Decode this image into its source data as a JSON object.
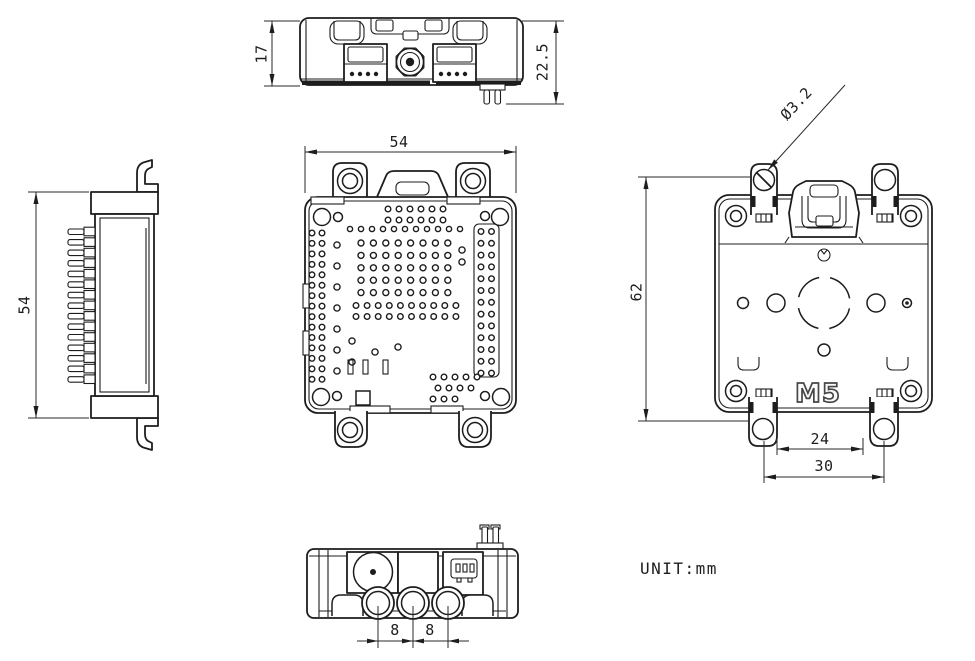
{
  "drawing": {
    "unit_label": "UNIT:mm",
    "brand_logo": "M5",
    "line_color": "#1d1d1d",
    "views": {
      "top_view": {
        "dims": {
          "body_height": "17",
          "total_height": "22.5"
        }
      },
      "side_view": {
        "dims": {
          "height": "54"
        }
      },
      "front_view": {
        "dims": {
          "width": "54"
        }
      },
      "back_view": {
        "dims": {
          "height": "62",
          "hole_diameter": "Ø3.2",
          "hole_spacing_inner": "24",
          "hole_spacing_outer": "30"
        }
      },
      "bottom_view": {
        "dims": {
          "pitch_left": "8",
          "pitch_right": "8"
        }
      }
    }
  }
}
